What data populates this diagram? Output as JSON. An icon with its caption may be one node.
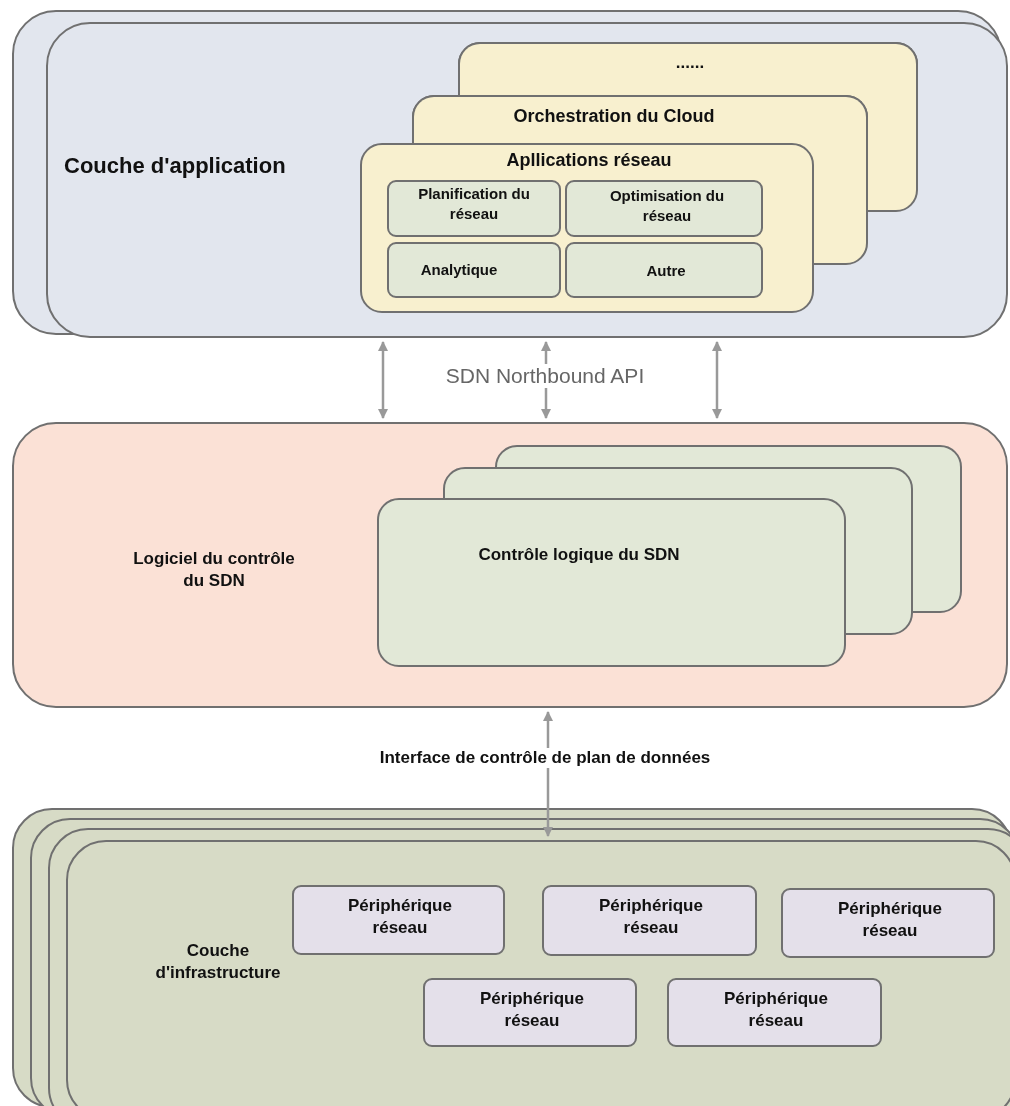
{
  "diagram": {
    "nodes": [
      {
        "text": [
          "Couche d'application"
        ]
      },
      {
        "text": [
          "......"
        ],
        "in": 0
      },
      {
        "text": [
          "Orchestration du Cloud"
        ],
        "in": 0
      },
      {
        "text": [
          "Apllications réseau"
        ],
        "in": 0
      },
      {
        "text": [
          "Planification du réseau"
        ],
        "in": 3
      },
      {
        "text": [
          "Optimisation du réseau"
        ],
        "in": 3
      },
      {
        "text": [
          "Analytique"
        ],
        "in": 3
      },
      {
        "text": [
          "Autre"
        ],
        "in": 3
      },
      {
        "text": [
          "Logiciel du contrôle du SDN"
        ]
      },
      {
        "text": [
          "Contrôle logique du SDN"
        ],
        "in": 8
      },
      {
        "text": [
          "Couche d'infrastructure"
        ]
      },
      {
        "text": [
          "Périphérique réseau"
        ],
        "in": 10
      },
      {
        "text": [
          "Périphérique réseau"
        ],
        "in": 10
      },
      {
        "text": [
          "Périphérique réseau"
        ],
        "in": 10
      },
      {
        "text": [
          "Périphérique réseau"
        ],
        "in": 10
      },
      {
        "text": [
          "Périphérique réseau"
        ],
        "in": 10
      }
    ],
    "edges": [
      {
        "from": 0,
        "to": 8,
        "arrow": "both"
      },
      {
        "from": 0,
        "to": 8,
        "arrow": "both",
        "label": "SDN Northbound API"
      },
      {
        "from": 0,
        "to": 8,
        "arrow": "both"
      },
      {
        "from": 8,
        "to": 10,
        "arrow": "both",
        "label": "Interface de contrôle de plan de données"
      }
    ]
  }
}
